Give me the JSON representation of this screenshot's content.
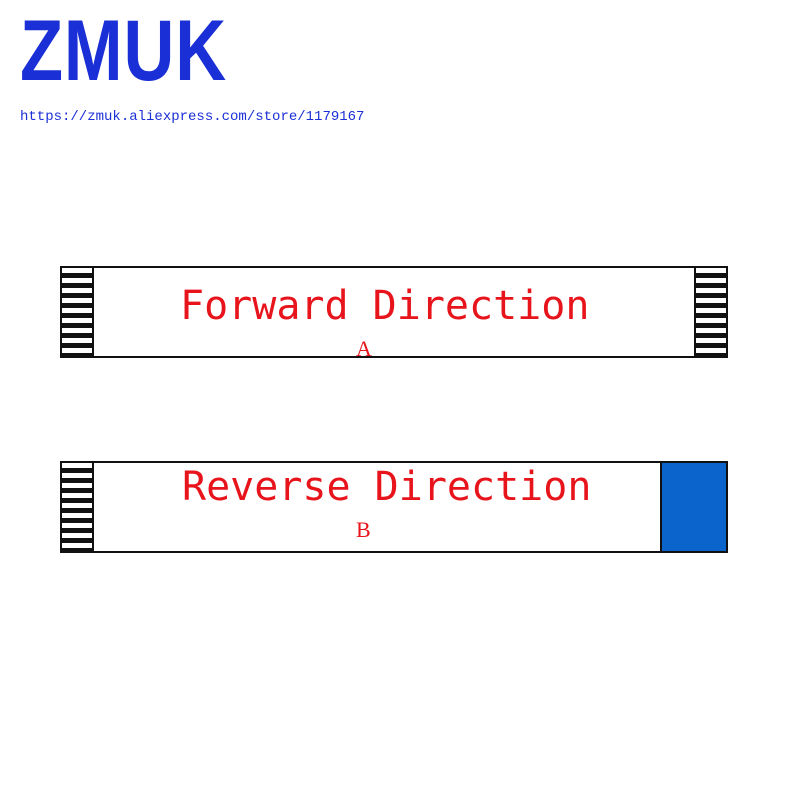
{
  "brand": {
    "name": "ZMUK",
    "url": "https://zmuk.aliexpress.com/store/1179167",
    "name_color": "#1a2fd6",
    "url_color": "#1a2fd6"
  },
  "cables": [
    {
      "direction_label": "Forward Direction",
      "letter": "A",
      "right_end": "contacts"
    },
    {
      "direction_label": "Reverse Direction",
      "letter": "B",
      "right_end": "stiffener"
    }
  ],
  "colors": {
    "label_color": "#e8141c",
    "stiffener_color": "#0a64cc",
    "outline_color": "#111111"
  }
}
